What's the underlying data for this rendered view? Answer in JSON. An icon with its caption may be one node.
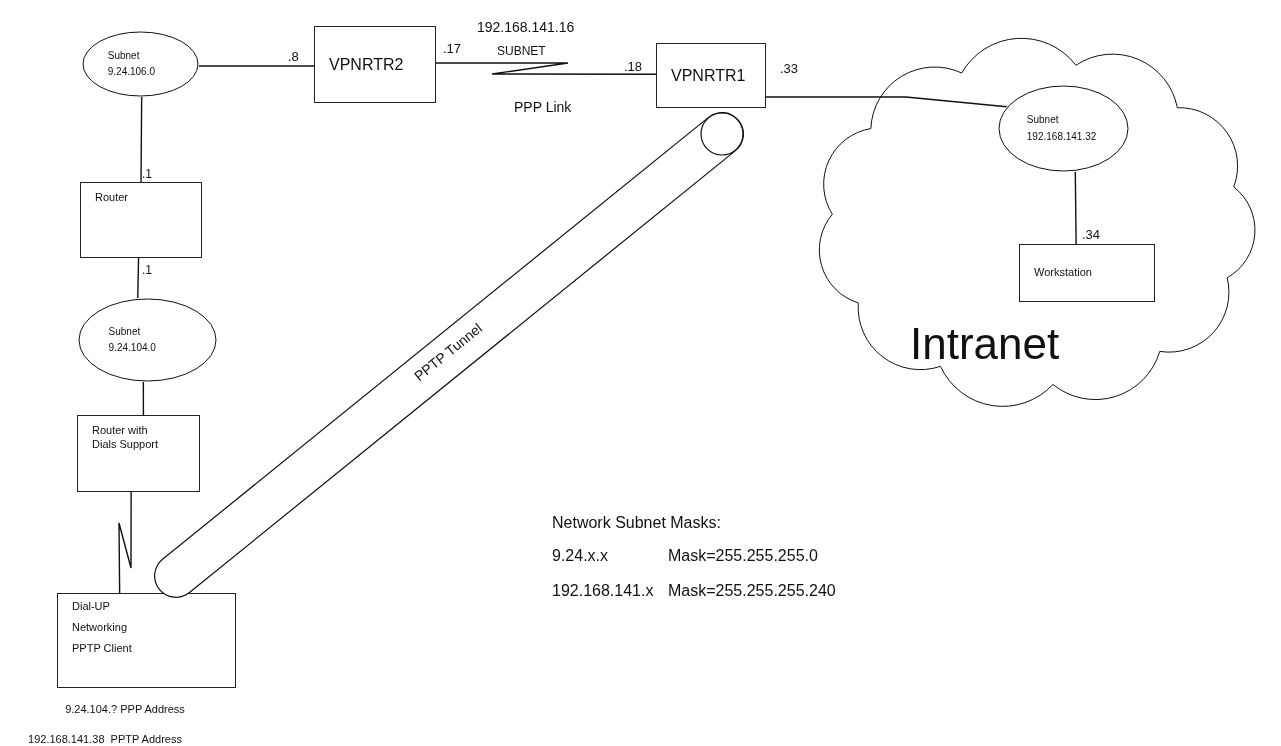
{
  "diagram": {
    "nodes": [
      {
        "text": [
          "Subnet",
          "9.24.106.0"
        ]
      },
      {
        "text": [
          "VPNRTR2"
        ]
      },
      {
        "text": [
          "VPNRTR1"
        ]
      },
      {
        "text": [
          "Intranet"
        ]
      },
      {
        "text": [
          "Subnet",
          "192.168.141.32"
        ],
        "in": 3
      },
      {
        "text": [
          "Workstation"
        ],
        "in": 3
      },
      {
        "text": [
          "Router"
        ]
      },
      {
        "text": [
          "Subnet",
          "9.24.104.0"
        ]
      },
      {
        "text": [
          "Router with Dials Support"
        ]
      },
      {
        "text": [
          "Dial-UP",
          "Networking",
          "PPTP Client"
        ],
        "beside": [
          "9.24.104.? PPP Address",
          "192.168.141.38  PPTP Address"
        ]
      }
    ],
    "edges": [
      {
        "from": 0,
        "to": 1,
        "arrow": "none"
      },
      {
        "from": 1,
        "to": 2,
        "arrow": "none",
        "label": "PPP Link"
      },
      {
        "from": 2,
        "to": 4,
        "arrow": "none"
      },
      {
        "from": 4,
        "to": 5,
        "arrow": "none"
      },
      {
        "from": 0,
        "to": 6,
        "arrow": "none"
      },
      {
        "from": 6,
        "to": 7,
        "arrow": "none"
      },
      {
        "from": 7,
        "to": 8,
        "arrow": "none"
      },
      {
        "from": 8,
        "to": 9,
        "arrow": "none"
      },
      {
        "from": 9,
        "to": 2,
        "arrow": "none",
        "label": "PPTP Tunnel",
        "style": "thick"
      }
    ],
    "labels": [
      "192.168.141.16",
      "SUBNET",
      ".8",
      ".17",
      ".18",
      ".33",
      ".1",
      ".1",
      ".34",
      "Network Subnet Masks:",
      "9.24.x.x",
      "Mask=255.255.255.0",
      "192.168.141.x",
      "Mask=255.255.255.240"
    ]
  }
}
